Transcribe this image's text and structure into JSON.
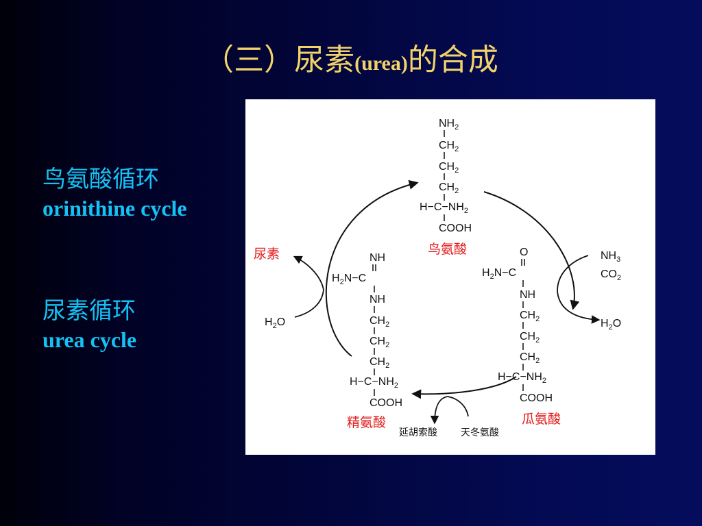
{
  "title": {
    "main": "（三）尿素",
    "latin": "(urea)",
    "tail": "的合成"
  },
  "labels": {
    "ornithine_cn": "鸟氨酸循环",
    "ornithine_en": "orinithine cycle",
    "urea_cn": "尿素循环",
    "urea_en": "urea cycle"
  },
  "diagram": {
    "ornithine": {
      "name": "鸟氨酸",
      "lines": [
        "NH2",
        "CH2",
        "CH2",
        "CH2",
        "H−C−NH2",
        "COOH"
      ]
    },
    "citrulline": {
      "name": "瓜氨酸",
      "lines": [
        "O",
        "H2N−C",
        "NH",
        "CH2",
        "CH2",
        "CH2",
        "H−C−NH2",
        "COOH"
      ]
    },
    "arginine": {
      "name": "精氨酸",
      "lines": [
        "NH",
        "H2N−C",
        "NH",
        "CH2",
        "CH2",
        "CH2",
        "H−C−NH2",
        "COOH"
      ]
    },
    "urea": "尿素",
    "inputs": {
      "nh3": "NH3",
      "co2": "CO2"
    },
    "water_out": "H2O",
    "water_in": "H2O",
    "argininosuccinate": "延胡索酸",
    "aspartate": "天冬氨酸"
  }
}
